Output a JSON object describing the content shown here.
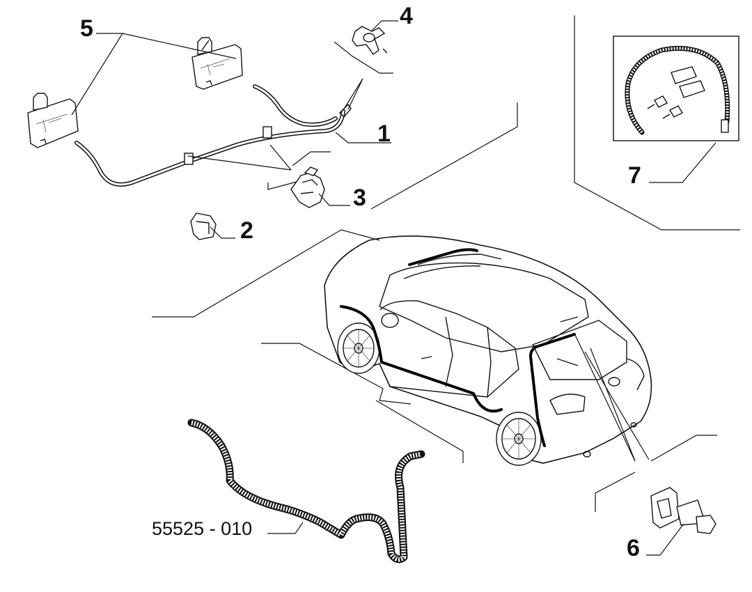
{
  "diagram": {
    "callouts": [
      {
        "id": "c1",
        "label": "1"
      },
      {
        "id": "c2",
        "label": "2"
      },
      {
        "id": "c3",
        "label": "3"
      },
      {
        "id": "c4",
        "label": "4"
      },
      {
        "id": "c5",
        "label": "5"
      },
      {
        "id": "c6",
        "label": "6"
      },
      {
        "id": "c7",
        "label": "7"
      }
    ],
    "part_code": "55525 - 010"
  }
}
